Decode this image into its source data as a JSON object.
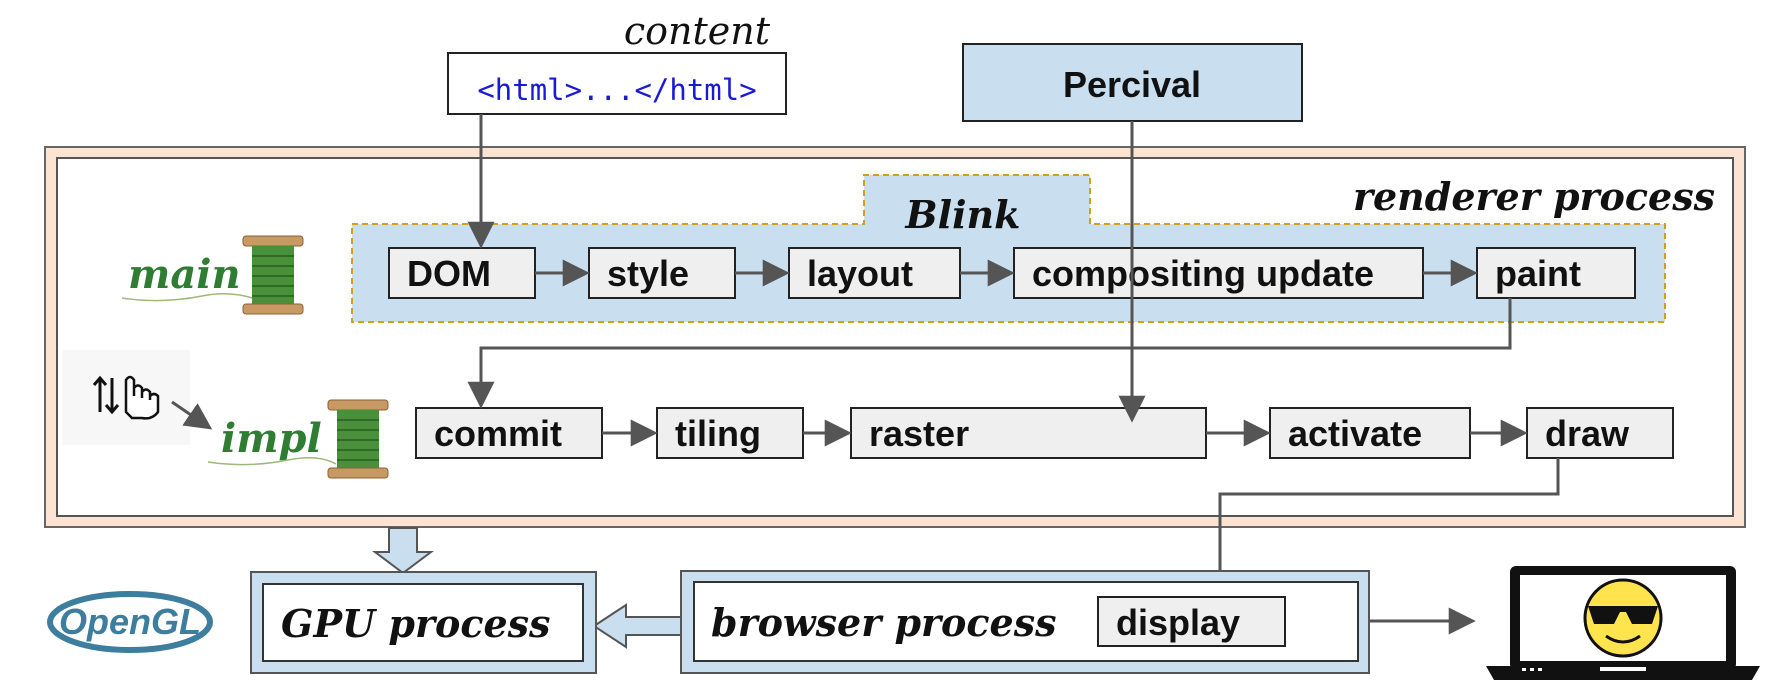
{
  "labels": {
    "content": "content",
    "html_snippet": "<html>...</html>",
    "percival": "Percival",
    "renderer_process": "renderer process",
    "blink": "Blink",
    "main_thread": "main",
    "impl_thread": "impl",
    "gpu_process": "GPU process",
    "browser_process": "browser process",
    "opengl": "OpenGL",
    "display": "display"
  },
  "main_stages": [
    "DOM",
    "style",
    "layout",
    "compositing update",
    "paint"
  ],
  "impl_stages": [
    "commit",
    "tiling",
    "raster",
    "activate",
    "draw"
  ],
  "colors": {
    "stage_fill": "#efefef",
    "blink_fill": "#c9dff0",
    "renderer_outer_fill": "#fde3d1",
    "process_fill": "#c9dff0",
    "arrow": "#555555",
    "blink_border": "#d4a017",
    "thread_label": "#2e7d32",
    "html_text": "#1a1ad6",
    "opengl_blue": "#3d7d9e"
  }
}
